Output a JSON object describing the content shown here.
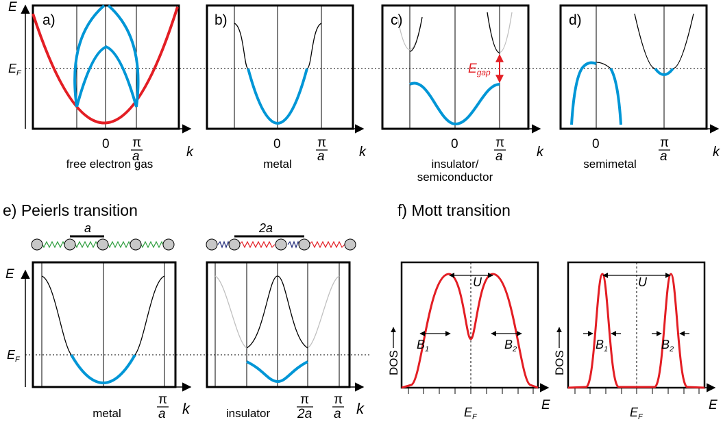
{
  "panels": {
    "a": {
      "tag": "a)",
      "caption": "free electron gas"
    },
    "b": {
      "tag": "b)",
      "caption": "metal"
    },
    "c": {
      "tag": "c)",
      "caption_line1": "insulator/",
      "caption_line2": "semiconductor",
      "gap_label": "E",
      "gap_sub": "gap"
    },
    "d": {
      "tag": "d)",
      "caption": "semimetal"
    },
    "e": {
      "title": "e) Peierls transition",
      "caption_metal": "metal",
      "caption_insulator": "insulator",
      "lattice_a": "a",
      "lattice_2a": "2a"
    },
    "f": {
      "title": "f) Mott transition",
      "y_label": "DOS",
      "u_label": "U",
      "b1": "B",
      "b1_sub": "1",
      "b2": "B",
      "b2_sub": "2"
    }
  },
  "axis": {
    "energy": "E",
    "fermi": "E",
    "fermi_sub": "F",
    "k": "k",
    "zero": "0",
    "pi": "π",
    "a": "a",
    "two_a": "2a"
  },
  "colors": {
    "red": "#e31e24",
    "blue": "#0096d6",
    "grey": "#c0c0c0",
    "black": "#000000",
    "green": "#2e9e3e",
    "navy": "#1f2a7a"
  }
}
